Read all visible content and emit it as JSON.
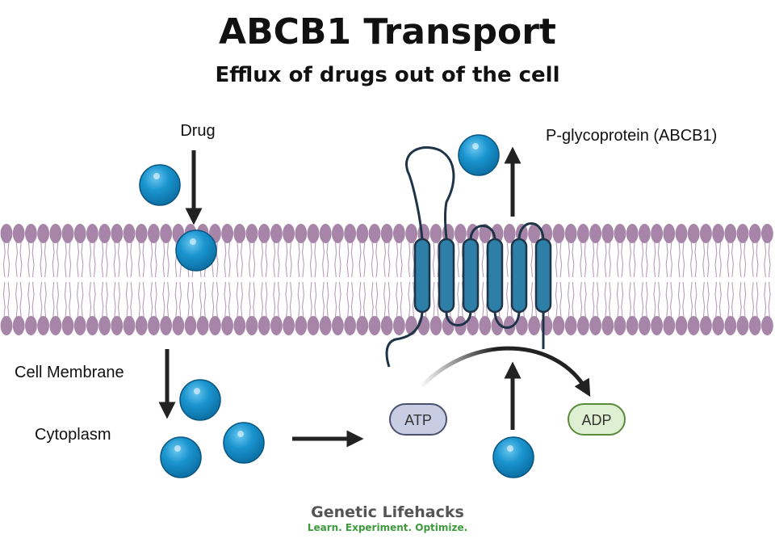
{
  "title": "ABCB1 Transport",
  "subtitle": "Efflux of drugs out of the cell",
  "labels": {
    "drug": "Drug",
    "protein": "P-glycoprotein (ABCB1)",
    "membrane": "Cell Membrane",
    "cytoplasm": "Cytoplasm"
  },
  "molecules": {
    "atp": "ATP",
    "adp": "ADP"
  },
  "brand": {
    "name": "Genetic Lifehacks",
    "tagline": "Learn. Experiment. Optimize."
  },
  "colors": {
    "lipid": "#a685a8",
    "drug_sphere": "#1b95cf",
    "protein": "#2d7fa8",
    "atp_fill": "#c9cde4",
    "adp_fill": "#dff0d2",
    "brand_green": "#3c9a3c"
  },
  "icons": {
    "drug": "drug-sphere-icon",
    "arrow": "arrow-icon"
  }
}
